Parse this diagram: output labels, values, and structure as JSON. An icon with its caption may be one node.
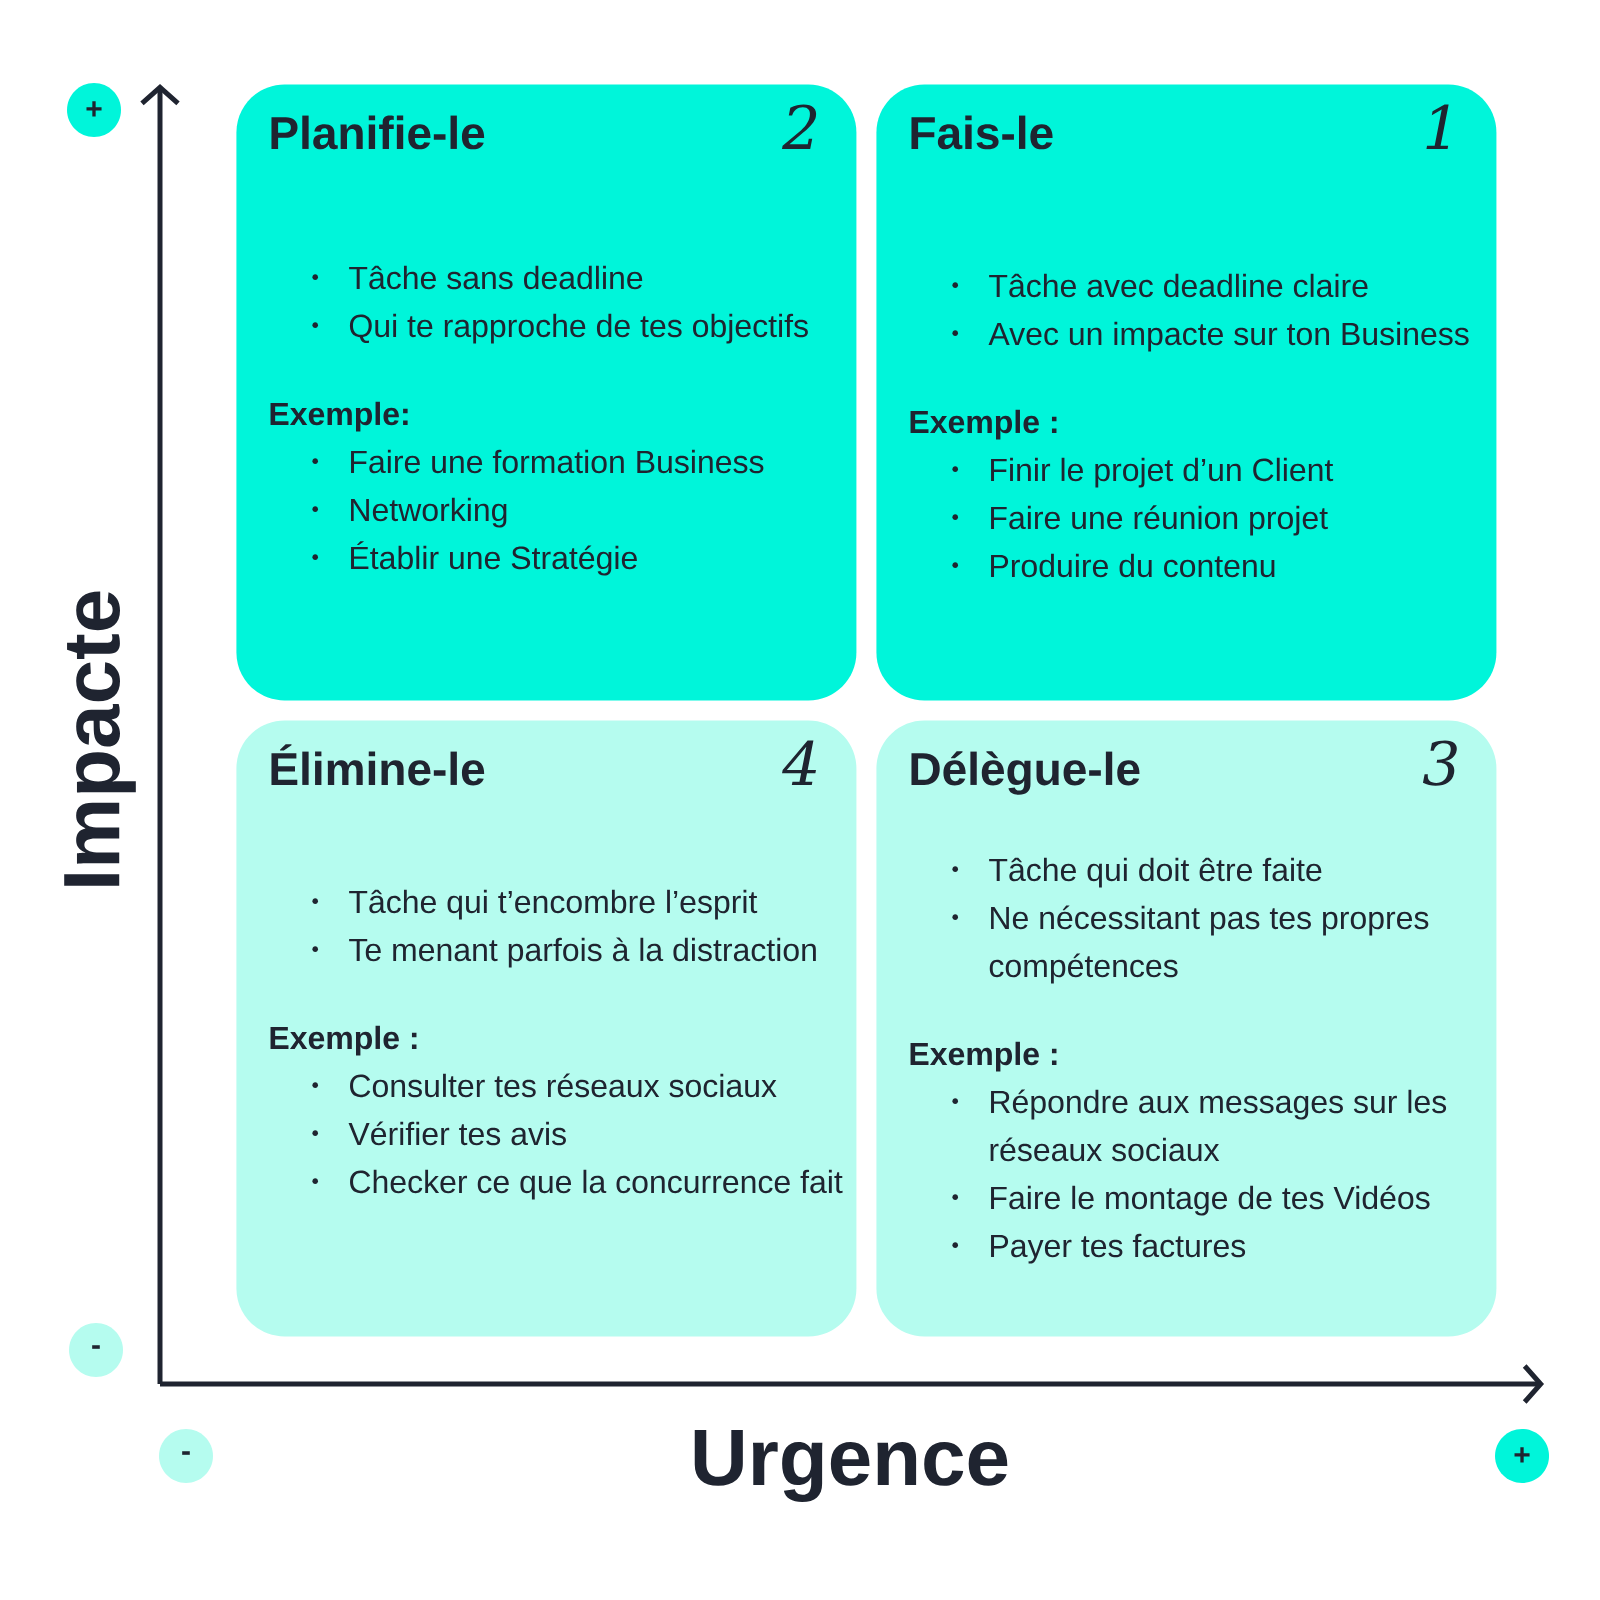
{
  "diagram": {
    "nodes": [
      {
        "text": [
          "+"
        ]
      },
      {
        "text": [
          "Planifie-le",
          "2",
          "Tâche sans deadline",
          "Qui te rapproche de tes objectifs",
          "Exemple:",
          "Faire une formation Business",
          "Networking",
          "Établir une Stratégie"
        ]
      },
      {
        "text": [
          "Fais-le",
          "1",
          "Tâche avec deadline claire",
          "Avec un impacte sur ton Business",
          "Exemple :",
          "Finir le projet d’un Client",
          "Faire une réunion projet",
          "Produire du contenu"
        ]
      },
      {
        "text": [
          "Élimine-le",
          "4",
          "Tâche qui t’encombre l’esprit",
          "Te menant parfois à la distraction",
          "Exemple :",
          "Consulter tes réseaux sociaux",
          "Vérifier tes avis",
          "Checker ce que la concurrence fait"
        ]
      },
      {
        "text": [
          "Délègue-le",
          "3",
          "Tâche qui doit être faite",
          "Ne nécessitant pas tes propres compétences",
          "Exemple :",
          "Répondre aux messages sur les réseaux sociaux",
          "Faire le montage de tes Vidéos",
          "Payer tes factures"
        ]
      },
      {
        "text": [
          "-"
        ]
      },
      {
        "text": [
          "-"
        ]
      },
      {
        "text": [
          "+"
        ]
      }
    ],
    "labels": [
      "Impacte",
      "Urgence"
    ]
  }
}
